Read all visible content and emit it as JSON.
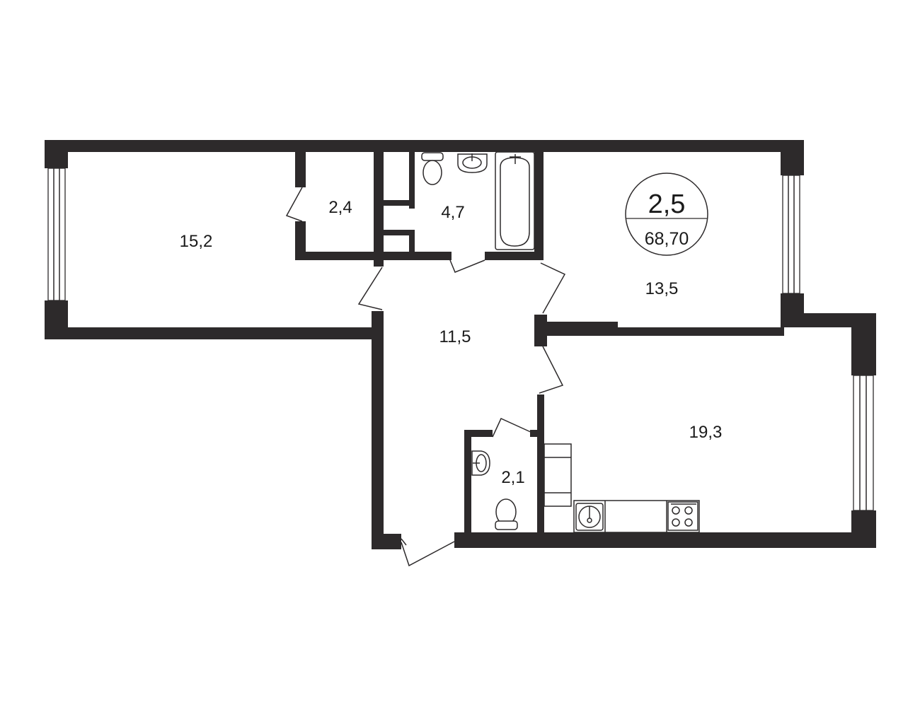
{
  "badge": {
    "rooms": "2,5",
    "total_area": "68,70"
  },
  "rooms": [
    {
      "id": "living-room-left",
      "area": "15,2"
    },
    {
      "id": "storage",
      "area": "2,4"
    },
    {
      "id": "bathroom",
      "area": "4,7"
    },
    {
      "id": "bedroom-right",
      "area": "13,5"
    },
    {
      "id": "hall",
      "area": "11,5"
    },
    {
      "id": "kitchen-living",
      "area": "19,3"
    },
    {
      "id": "wc",
      "area": "2,1"
    }
  ],
  "colors": {
    "wall": "#2d2a2b",
    "background": "#ffffff"
  }
}
